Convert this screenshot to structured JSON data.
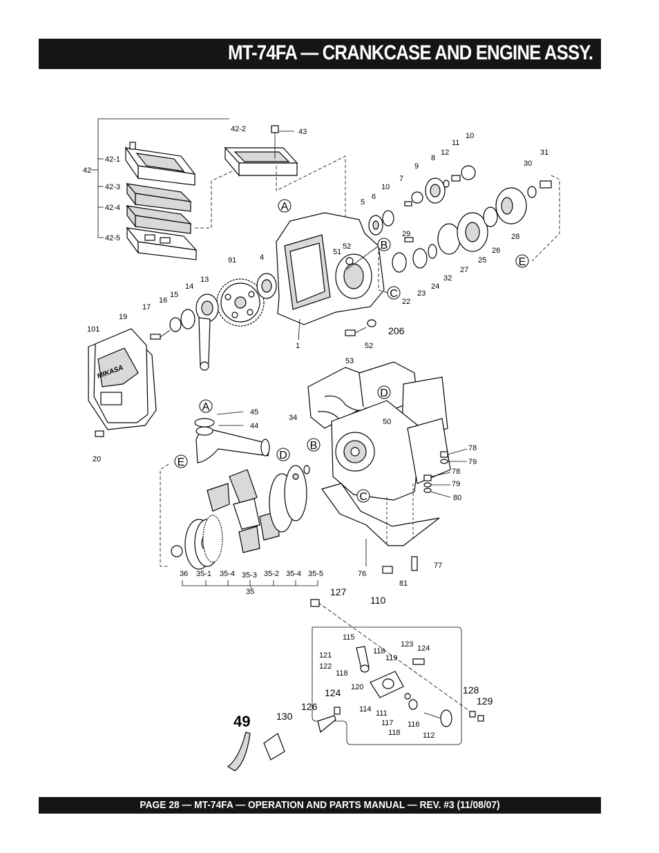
{
  "header": {
    "title": "MT-74FA — CRANKCASE AND ENGINE ASSY."
  },
  "footer": {
    "text": "PAGE 28 — MT-74FA — OPERATION AND PARTS MANUAL — REV. #3 (11/08/07)"
  },
  "figure_number": "49",
  "callouts": {
    "a": "A",
    "b": "B",
    "c": "C",
    "d": "D",
    "e": "E"
  },
  "labels": {
    "p42": "42",
    "p42_1": "42-1",
    "p42_2": "42-2",
    "p42_3": "42-3",
    "p42_4": "42-4",
    "p42_5": "42-5",
    "p43": "43",
    "p1": "1",
    "p4": "4",
    "p5": "5",
    "p6": "6",
    "p7": "7",
    "p8": "8",
    "p9": "9",
    "p10a": "10",
    "p10b": "10",
    "p11": "11",
    "p12": "12",
    "p13": "13",
    "p14": "14",
    "p15": "15",
    "p16": "16",
    "p17": "17",
    "p19": "19",
    "p20": "20",
    "p22": "22",
    "p23": "23",
    "p24": "24",
    "p25": "25",
    "p26": "26",
    "p27": "27",
    "p28": "28",
    "p29": "29",
    "p30": "30",
    "p31": "31",
    "p32": "32",
    "p34": "34",
    "p35": "35",
    "p35_1": "35-1",
    "p35_2": "35-2",
    "p35_3": "35-3",
    "p35_4a": "35-4",
    "p35_4b": "35-4",
    "p35_5": "35-5",
    "p36": "36",
    "p44": "44",
    "p45": "45",
    "p50": "50",
    "p51": "51",
    "p52a": "52",
    "p52b": "52",
    "p53": "53",
    "p76": "76",
    "p77": "77",
    "p78a": "78",
    "p78b": "78",
    "p79a": "79",
    "p79b": "79",
    "p80": "80",
    "p81": "81",
    "p91": "91",
    "p101": "101",
    "p206": "206",
    "p110": "110",
    "p111": "111",
    "p112": "112",
    "p114": "114",
    "p115": "115",
    "p116": "116",
    "p117": "117",
    "p118a": "118",
    "p118b": "118",
    "p118c": "118",
    "p119": "119",
    "p120": "120",
    "p121": "121",
    "p122": "122",
    "p123": "123",
    "p124a": "124",
    "p124b": "124",
    "p126": "126",
    "p127": "127",
    "p128": "128",
    "p129": "129",
    "p130": "130"
  },
  "cover_logo": "MIKASA"
}
